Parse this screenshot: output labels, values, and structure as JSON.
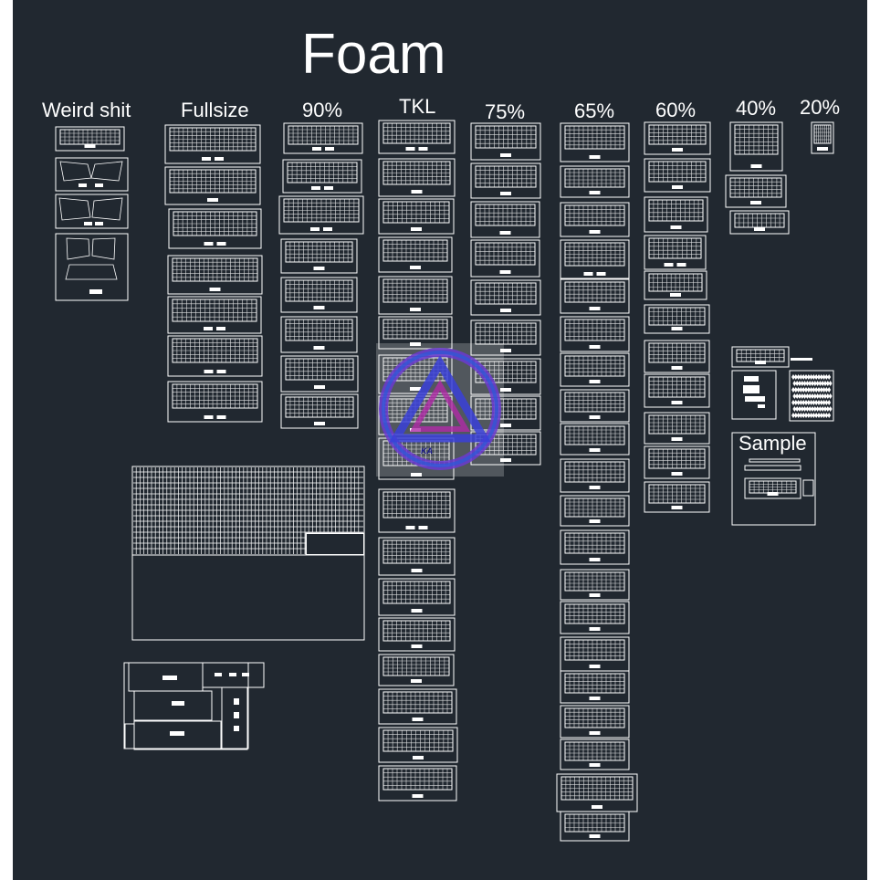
{
  "title": "Foam",
  "columns": {
    "weird": "Weird shit",
    "fullsize": "Fullsize",
    "p90": "90%",
    "tkl": "TKL",
    "p75": "75%",
    "p65": "65%",
    "p60": "60%",
    "p40": "40%",
    "p20": "20%"
  },
  "sample_label": "Sample",
  "watermark_text": "KA",
  "colors": {
    "background": "#212830",
    "line": "#ffffff",
    "watermark": [
      "#2a5bd7",
      "#7a2bd0",
      "#c02aa0"
    ]
  }
}
